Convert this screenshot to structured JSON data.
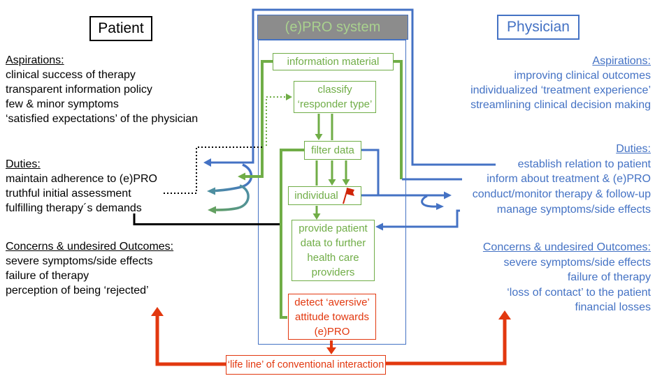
{
  "colors": {
    "patient_black": "#000000",
    "physician_blue": "#4472C4",
    "system_green": "#70AD47",
    "alert_red": "#E2380F",
    "header_gray": "#8C8C8C",
    "header_text_green": "#A9D18E",
    "blend_teal": "#4E8FA0"
  },
  "patient": {
    "title": "Patient",
    "sections": [
      {
        "heading": "Aspirations:",
        "items": [
          "clinical success of therapy",
          "transparent information policy",
          "few & minor symptoms",
          "‘satisfied expectations’ of the physician"
        ]
      },
      {
        "heading": "Duties:",
        "items": [
          "maintain adherence to (e)PRO",
          "truthful initial assessment",
          "fulfilling therapy´s demands"
        ]
      },
      {
        "heading": "Concerns & undesired Outcomes:",
        "items": [
          "severe symptoms/side effects",
          "failure of therapy",
          "perception of being ‘rejected’"
        ]
      }
    ]
  },
  "physician": {
    "title": "Physician",
    "sections": [
      {
        "heading": "Aspirations:",
        "items": [
          "improving clinical outcomes",
          "individualized ‘treatment experience’",
          "streamlining clinical decision making"
        ]
      },
      {
        "heading": "Duties:",
        "items": [
          "establish relation to patient",
          "inform about treatment & (e)PRO",
          "conduct/monitor therapy & follow-up",
          "manage symptoms/side effects"
        ]
      },
      {
        "heading": "Concerns & undesired Outcomes:",
        "items": [
          "severe symptoms/side effects",
          "failure of therapy",
          "‘loss of contact’ to the patient",
          "financial losses"
        ]
      }
    ]
  },
  "system": {
    "title": "(e)PRO system",
    "information_material": "information material",
    "classify": [
      "classify",
      "‘responder type’"
    ],
    "filter": "filter data",
    "individual": "individual",
    "flag_icon": "red-flag",
    "provide": [
      "provide patient",
      "data to further",
      "health care",
      "providers"
    ],
    "detect": [
      "detect ‘aversive’",
      "attitude towards",
      "(e)PRO"
    ]
  },
  "lifeline": {
    "label": "‘life line’ of conventional interaction"
  }
}
